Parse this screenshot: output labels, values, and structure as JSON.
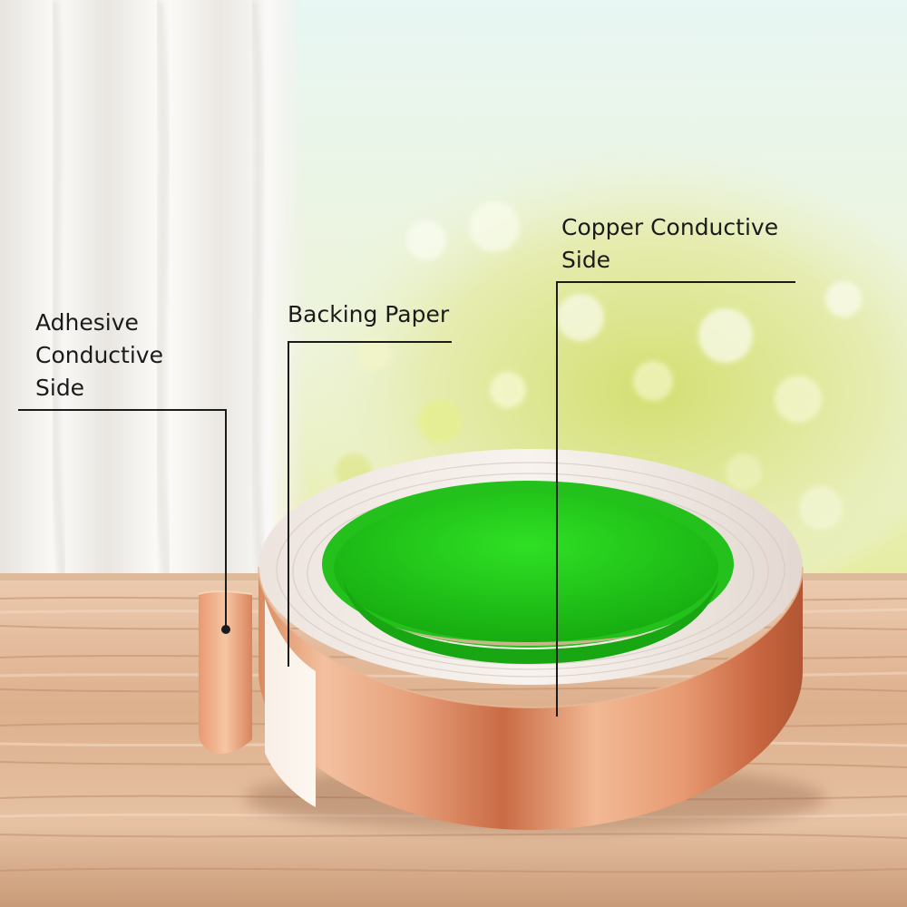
{
  "callouts": {
    "adhesive": {
      "lines": [
        "Adhesive",
        "Conductive",
        "Side"
      ]
    },
    "backing": {
      "lines": [
        "Backing Paper"
      ]
    },
    "copper": {
      "lines": [
        "Copper Conductive",
        "Side"
      ]
    }
  },
  "colors": {
    "copper_light": "#f6c6a3",
    "copper_mid": "#e08a5e",
    "copper_dark": "#b95c36",
    "core_green": "#22d21c",
    "core_green_dark": "#16a010",
    "wood_light": "#e6c0a0",
    "wood_dark": "#b98765",
    "sky": "#e6f5f3",
    "foliage": "#dfe69a",
    "curtain": "#f3f1ee",
    "callout_line": "#1b1b1b"
  }
}
